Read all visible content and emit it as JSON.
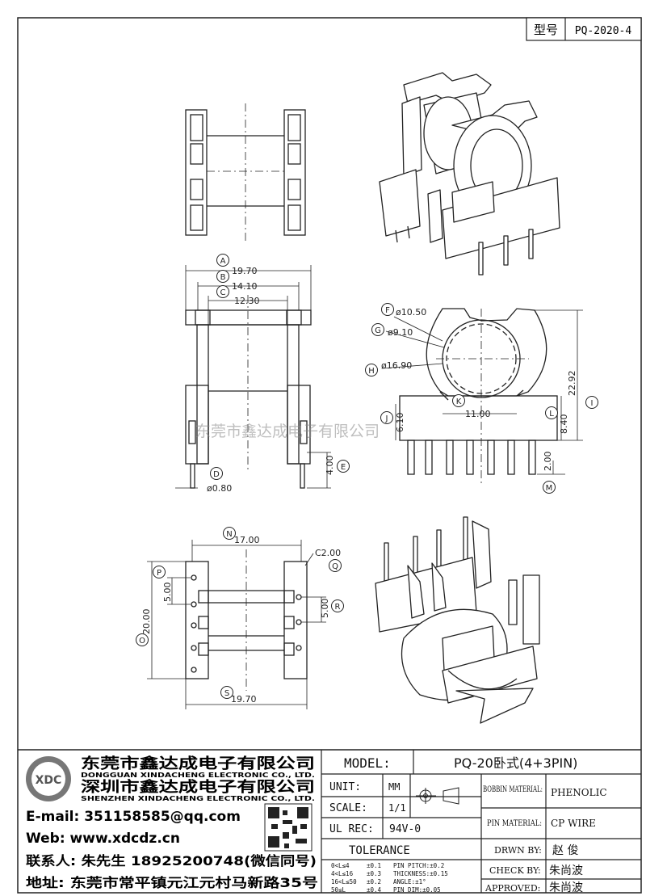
{
  "header": {
    "type_label": "型号",
    "part_no": "PQ-2020-4"
  },
  "watermark": "东莞市鑫达成电子有限公司",
  "dims": {
    "A": "A",
    "B": "B",
    "C": "C",
    "D": "D",
    "E": "E",
    "F": "F",
    "G": "G",
    "H": "H",
    "I": "I",
    "J": "J",
    "K": "K",
    "L": "L",
    "M": "M",
    "N": "N",
    "O": "O",
    "P": "P",
    "Q": "Q",
    "R": "R",
    "S": "S",
    "vA": "19.70",
    "vB": "14.10",
    "vC": "12.30",
    "vD": "ø0.80",
    "vE": "4.00",
    "vF": "ø10.50",
    "vG": "ø9.10",
    "vH": "ø16.90",
    "vI": "22.92",
    "vJ": "6.10",
    "vK": "11.00",
    "vL": "8.40",
    "vM": "2.00",
    "vN": "17.00",
    "vO": "20.00",
    "vP": "5.00",
    "vQ": "C2.00",
    "vR": "5.00",
    "vS": "19.70"
  },
  "company": {
    "name_dg": "东莞市鑫达成电子有限公司",
    "name_dg_en": "DONGGUAN XINDACHENG ELECTRONIC CO., LTD.",
    "name_sz": "深圳市鑫达成电子有限公司",
    "name_sz_en": "SHENZHEN XINDACHENG ELECTRONIC CO., LTD.",
    "email": "E-mail: 351158585@qq.com",
    "web": "Web: www.xdcdz.cn",
    "contact": "联系人: 朱先生 18925200748(微信同号)",
    "address": "地址: 东莞市常平镇元江元村马新路35号"
  },
  "title_block": {
    "model_label": "MODEL:",
    "model_value": "PQ-20卧式(4+3PIN)",
    "unit_label": "UNIT:",
    "unit_value": "MM",
    "scale_label": "SCALE:",
    "scale_value": "1/1",
    "ul_label": "UL REC:",
    "ul_value": "94V-0",
    "bobbin_label": "BOBBIN MATERIAL:",
    "bobbin_value": "PHENOLIC",
    "pin_label": "PIN MATERIAL:",
    "pin_value": "CP WIRE",
    "tolerance_label": "TOLERANCE",
    "tol_rows": [
      [
        "0<L≤4",
        "±0.1",
        "PIN PITCH:±0.2"
      ],
      [
        "4<L≤16",
        "±0.3",
        "THICKNESS:±0.15"
      ],
      [
        "16<L≤50",
        "±0.2",
        "ANGLE:±1°"
      ],
      [
        "50≤L",
        "±0.4",
        "PIN DIM:±0.05"
      ]
    ],
    "drwn_label": "DRWN BY:",
    "drwn_value": "赵 俊",
    "check_label": "CHECK BY:",
    "check_value": "朱尚波",
    "approved_label": "APPROVED:",
    "approved_value": "朱尚波"
  }
}
